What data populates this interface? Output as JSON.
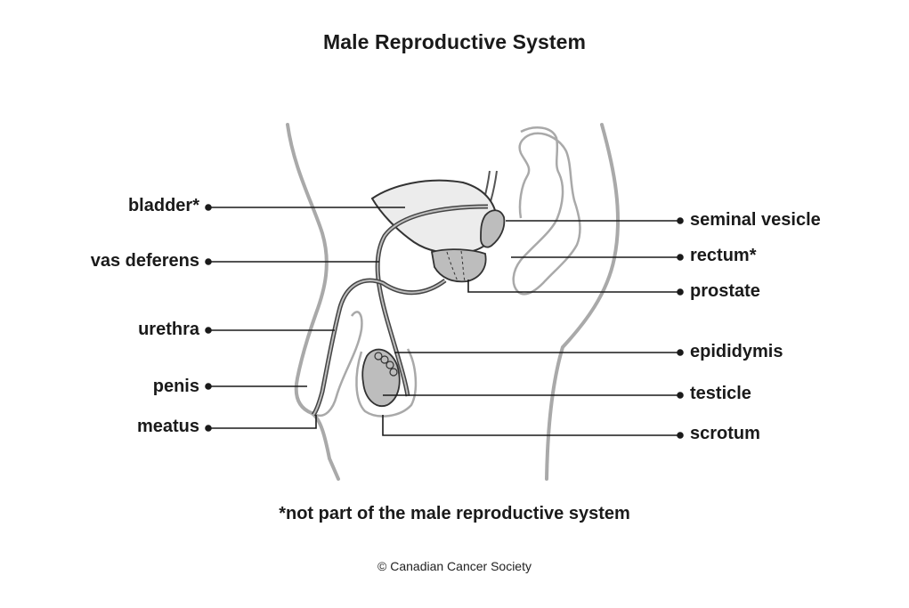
{
  "title": "Male Reproductive System",
  "footnote": "*not part of the male reproductive system",
  "credit": "© Canadian Cancer Society",
  "labels": {
    "left": {
      "bladder": "bladder*",
      "vas_deferens": "vas deferens",
      "urethra": "urethra",
      "penis": "penis",
      "meatus": "meatus"
    },
    "right": {
      "seminal_vesicle": "seminal vesicle",
      "rectum": "rectum*",
      "prostate": "prostate",
      "epididymis": "epididymis",
      "testicle": "testicle",
      "scrotum": "scrotum"
    }
  },
  "colors": {
    "outline": "#a9a9a9",
    "organ_fill": "#ececec",
    "organ_dark": "#bdbdbd",
    "leader_line": "#1a1a1a"
  }
}
